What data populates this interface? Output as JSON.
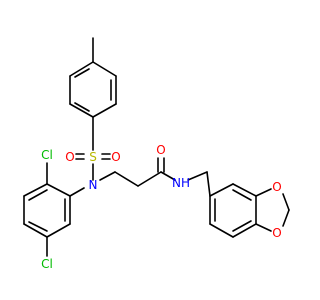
{
  "colors": {
    "bond": "#000000",
    "carbon_skeleton": "#000000",
    "oxygen": "#ff0000",
    "nitrogen": "#0000ff",
    "sulfur": "#b8b800",
    "chlorine": "#00bb00"
  },
  "atoms": {
    "sulfonyl_s": "S",
    "sulfonyl_o_left": "O",
    "sulfonyl_o_right": "O",
    "sulfonamide_n": "N",
    "amide_o": "O",
    "amide_nh": "NH",
    "cl_top": "Cl",
    "cl_bottom": "Cl",
    "dioxole_o_top": "O",
    "dioxole_o_bottom": "O"
  }
}
